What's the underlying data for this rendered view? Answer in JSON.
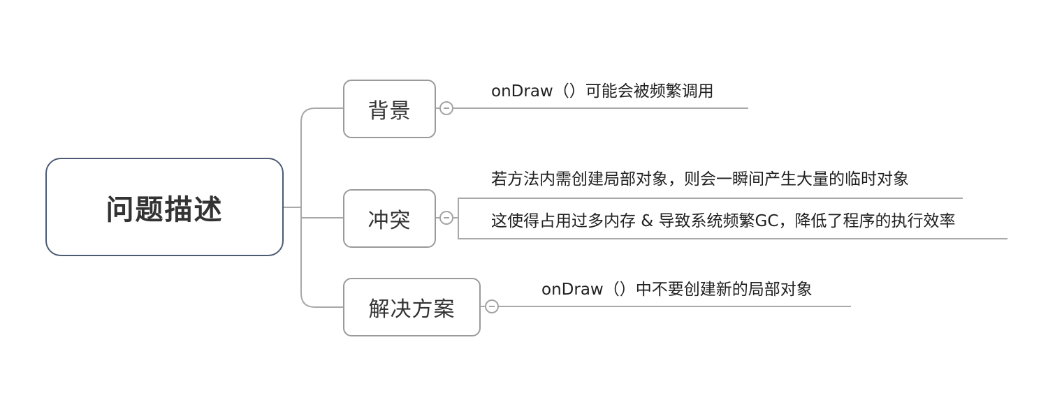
{
  "root": {
    "label": "问题描述"
  },
  "branches": [
    {
      "label": "背景",
      "leaves": [
        "onDraw（）可能会被频繁调用"
      ]
    },
    {
      "label": "冲突",
      "leaves": [
        "若方法内需创建局部对象，则会一瞬间产生大量的临时对象",
        "这使得占用过多内存 & 导致系统频繁GC，降低了程序的执行效率"
      ]
    },
    {
      "label": "解决方案",
      "leaves": [
        "onDraw（）中不要创建新的局部对象"
      ]
    }
  ]
}
